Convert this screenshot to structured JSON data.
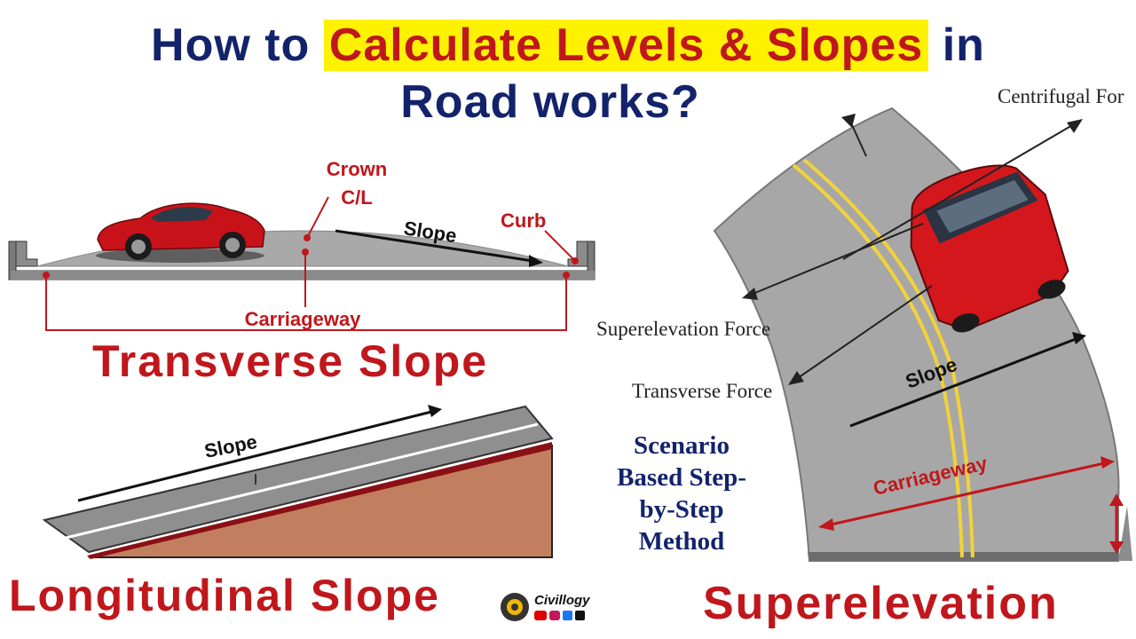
{
  "title": {
    "prefix": "How to ",
    "highlight": "Calculate Levels & Slopes",
    "suffix": " in",
    "line2": "Road works?"
  },
  "transverse": {
    "crown": "Crown",
    "centerline": "C/L",
    "slope": "Slope",
    "curb": "Curb",
    "carriageway": "Carriageway",
    "caption": "Transverse Slope"
  },
  "longitudinal": {
    "slope": "Slope",
    "caption": "Longitudinal Slope"
  },
  "superelevation": {
    "centrifugal": "Centrifugal For",
    "superelevation_force": "Superelevation Force",
    "transverse_force": "Transverse Force",
    "slope": "Slope",
    "carriageway": "Carriageway",
    "caption": "Superelevation"
  },
  "method": {
    "line1": "Scenario",
    "line2": "Based Step-",
    "line3": "by-Step",
    "line4": "Method"
  },
  "brand": {
    "name": "Civillogy",
    "social_icons": [
      "youtube-icon",
      "instagram-icon",
      "facebook-icon",
      "tiktok-icon"
    ]
  },
  "colors": {
    "title_blue": "#13236b",
    "accent_red": "#c0171c",
    "highlight_yellow": "#fff200",
    "road_gray": "#a7a7a7",
    "soil_brown": "#c17f5f"
  }
}
